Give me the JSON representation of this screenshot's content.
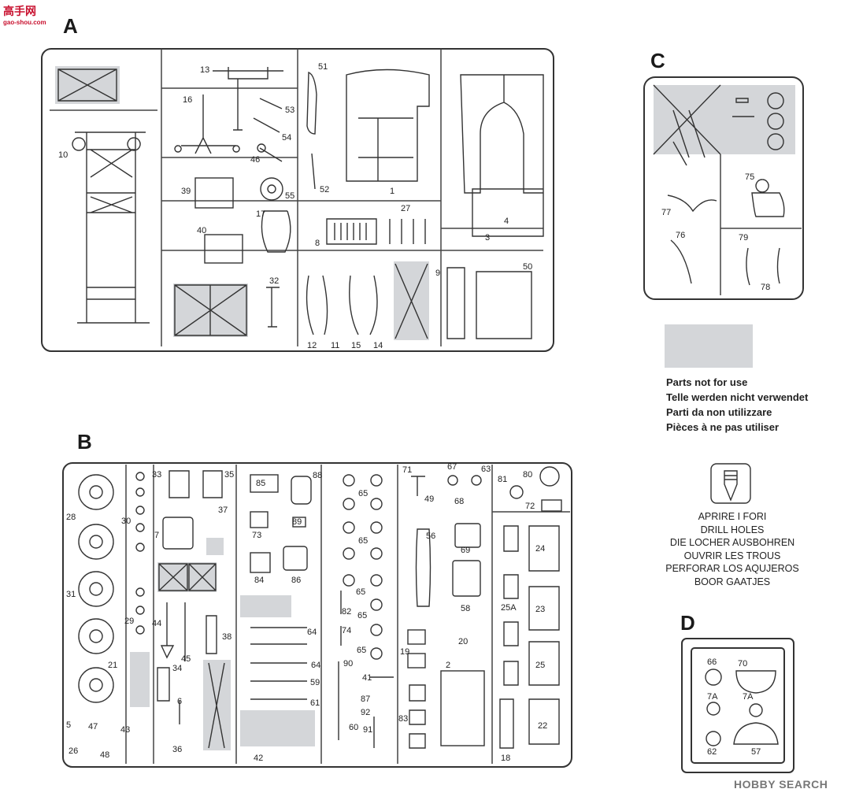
{
  "watermark_left": {
    "main": "高手网",
    "sub": "gao-shou.com"
  },
  "watermark_right": {
    "brand": "HOBBY",
    "suffix": "SEARCH"
  },
  "sprue_letters": {
    "a": "A",
    "b": "B",
    "c": "C",
    "d": "D"
  },
  "legend": {
    "lines": [
      "Parts not for use",
      "Telle werden nicht verwendet",
      "Parti da non utilizzare",
      "Pièces à ne pas utiliser"
    ]
  },
  "drill": {
    "lines": [
      "APRIRE I FORI",
      "DRILL HOLES",
      "DIE LOCHER AUSBOHREN",
      "OUVRIR LES TROUS",
      "PERFORAR LOS AQUJEROS",
      "BOOR GAATJES"
    ]
  },
  "part_numbers": {
    "a": [
      "13",
      "16",
      "51",
      "53",
      "54",
      "46",
      "52",
      "1",
      "10",
      "39",
      "55",
      "17",
      "27",
      "8",
      "4",
      "3",
      "40",
      "32",
      "9",
      "50",
      "12",
      "11",
      "15",
      "14"
    ],
    "c": [
      "75",
      "77",
      "76",
      "79",
      "78"
    ],
    "b": [
      "33",
      "35",
      "85",
      "88",
      "71",
      "67",
      "63",
      "81",
      "80",
      "37",
      "65",
      "49",
      "68",
      "72",
      "28",
      "30",
      "7",
      "73",
      "89",
      "65",
      "56",
      "69",
      "24",
      "84",
      "86",
      "65",
      "25A",
      "23",
      "31",
      "29",
      "44",
      "38",
      "82",
      "65",
      "58",
      "64",
      "74",
      "20",
      "45",
      "34",
      "21",
      "64",
      "65",
      "19",
      "25",
      "59",
      "2",
      "90",
      "41",
      "6",
      "61",
      "87",
      "92",
      "83",
      "22",
      "5",
      "47",
      "43",
      "26",
      "36",
      "42",
      "60",
      "91",
      "48",
      "18"
    ],
    "d": [
      "66",
      "70",
      "7A",
      "7A",
      "62",
      "57"
    ]
  },
  "colors": {
    "unused_gray": "#d4d6d9",
    "line": "#333333",
    "watermark_red": "#c8102e"
  }
}
